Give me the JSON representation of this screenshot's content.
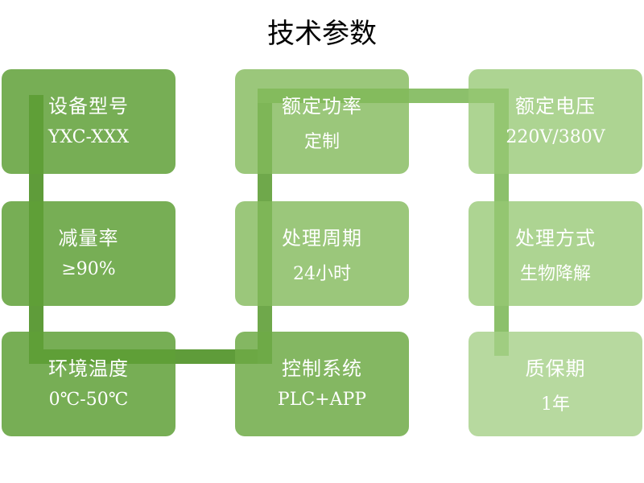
{
  "title": "技术参数",
  "colors": {
    "col1_card": "#77b052",
    "col2_card": "#8fc26b",
    "col3_card": "#a9d38d",
    "col1_line": "#5f9c3a",
    "col2_line": "#6fa84b",
    "col3_line": "#8cc06b"
  },
  "cells": [
    {
      "label": "设备型号",
      "value": "YXC-XXX"
    },
    {
      "label": "额定功率",
      "value": "定制"
    },
    {
      "label": "额定电压",
      "value": "220V/380V"
    },
    {
      "label": "减量率",
      "value": "≥90%"
    },
    {
      "label": "处理周期",
      "value": "24小时"
    },
    {
      "label": "处理方式",
      "value": "生物降解"
    },
    {
      "label": "环境温度",
      "value": "0℃-50℃"
    },
    {
      "label": "控制系统",
      "value": "PLC+APP"
    },
    {
      "label": "质保期",
      "value": "1年"
    }
  ]
}
